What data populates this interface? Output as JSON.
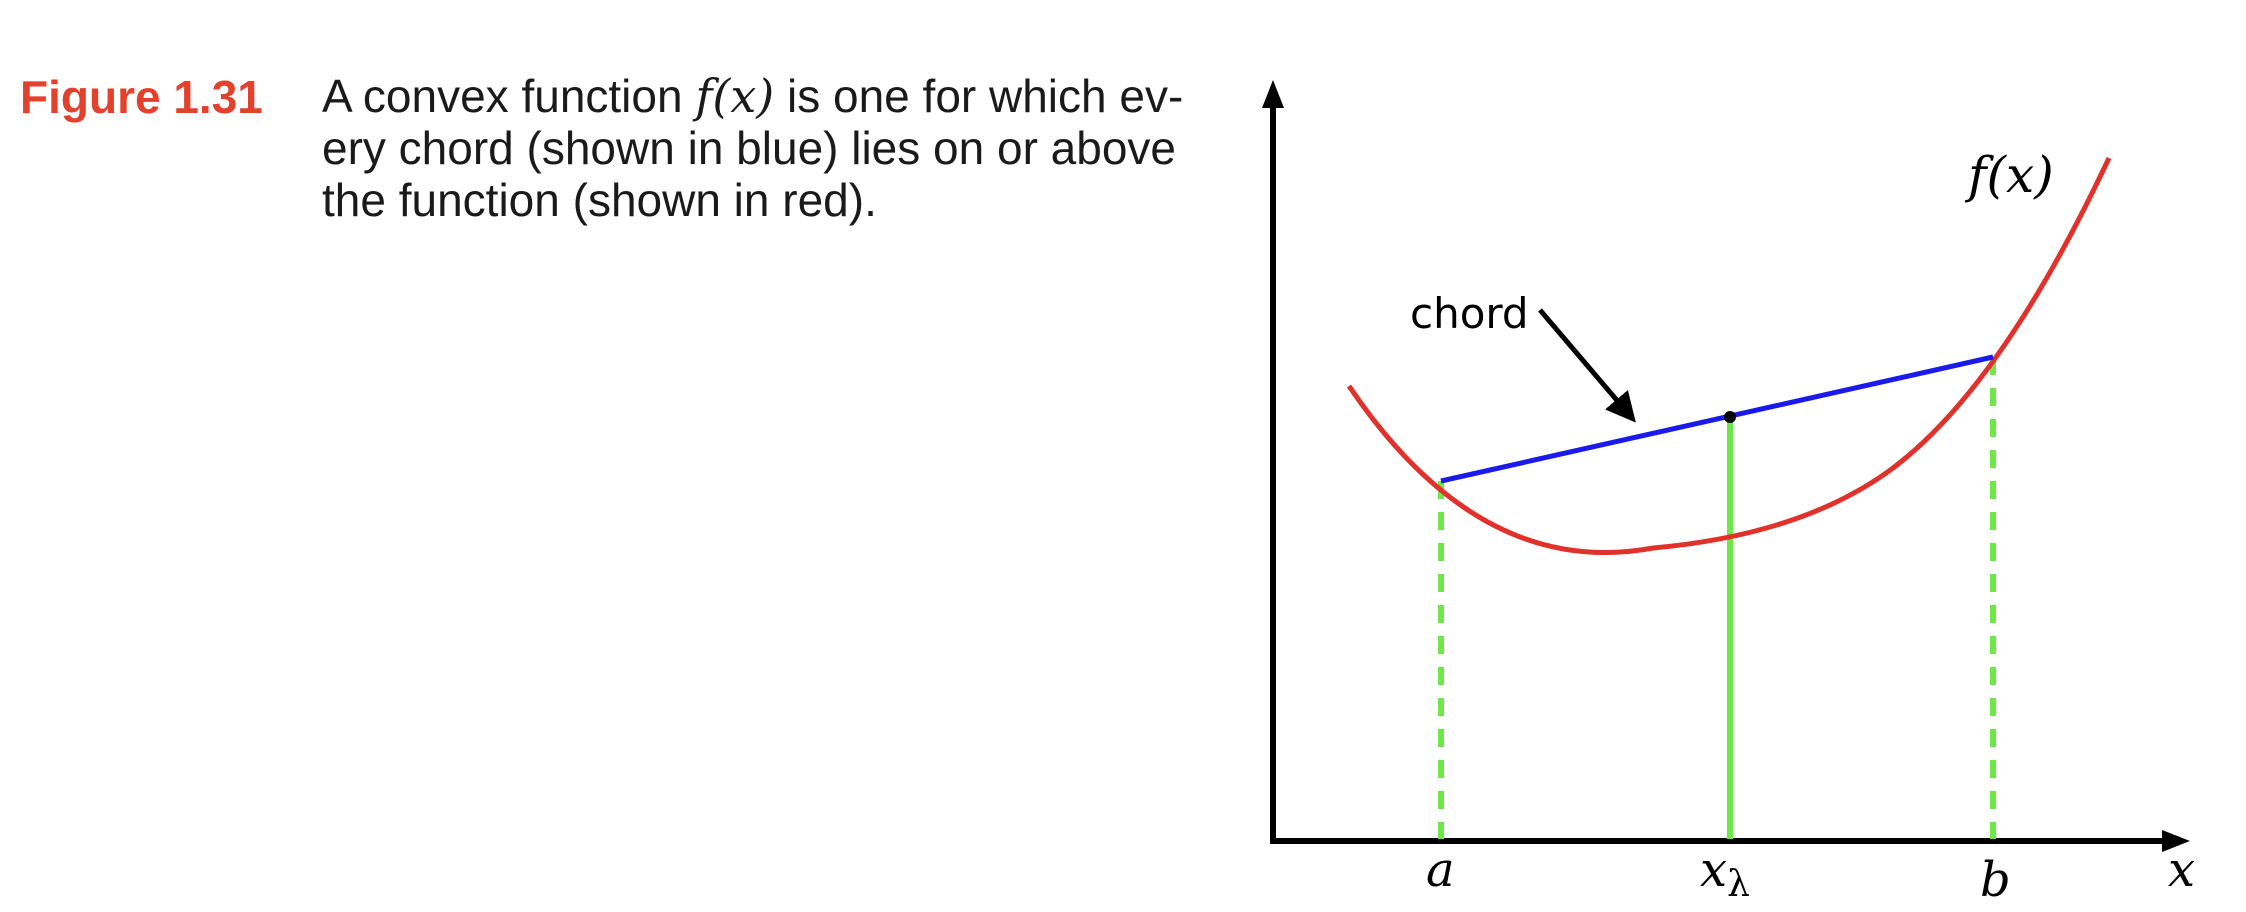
{
  "caption": {
    "label": "Figure 1.31",
    "lines": [
      {
        "before": "A convex function ",
        "math": "f(x)",
        "after": " is one for which ev-"
      },
      {
        "before": "ery chord (shown in blue) lies on or above",
        "math": "",
        "after": ""
      },
      {
        "before": "the function (shown in red).",
        "math": "",
        "after": ""
      }
    ]
  },
  "figure": {
    "function_label": "f(x)",
    "chord_label": "chord",
    "x_axis_label": "x",
    "tick_a": "a",
    "tick_xlambda": "x",
    "tick_xlambda_subscript": "λ",
    "tick_b": "b",
    "colors": {
      "function": "#e2302a",
      "chord": "#1a1aee",
      "guides": "#6ee846",
      "axes": "#000000",
      "caption_label": "#e2412c"
    }
  }
}
